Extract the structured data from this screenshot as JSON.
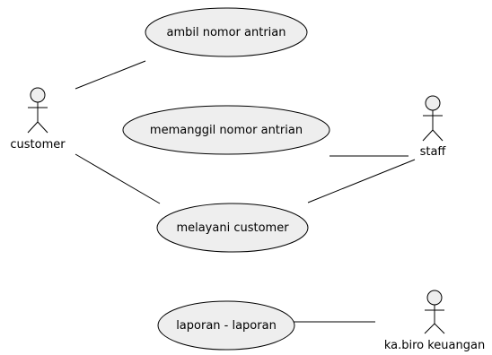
{
  "diagram": {
    "actors": [
      {
        "id": "customer",
        "label": "customer"
      },
      {
        "id": "staff",
        "label": "staff"
      },
      {
        "id": "kabiro",
        "label": "ka.biro keuangan"
      }
    ],
    "use_cases": [
      {
        "id": "uc1",
        "label": "ambil nomor antrian"
      },
      {
        "id": "uc2",
        "label": "memanggil nomor antrian"
      },
      {
        "id": "uc3",
        "label": "melayani customer"
      },
      {
        "id": "uc4",
        "label": "laporan - laporan"
      }
    ],
    "associations": [
      {
        "from": "customer",
        "to": "uc1"
      },
      {
        "from": "customer",
        "to": "uc3"
      },
      {
        "from": "staff",
        "to": "uc2"
      },
      {
        "from": "staff",
        "to": "uc3"
      },
      {
        "from": "kabiro",
        "to": "uc4"
      }
    ],
    "colors": {
      "use_case_fill": "#eeeeee",
      "stroke": "#000000"
    }
  }
}
